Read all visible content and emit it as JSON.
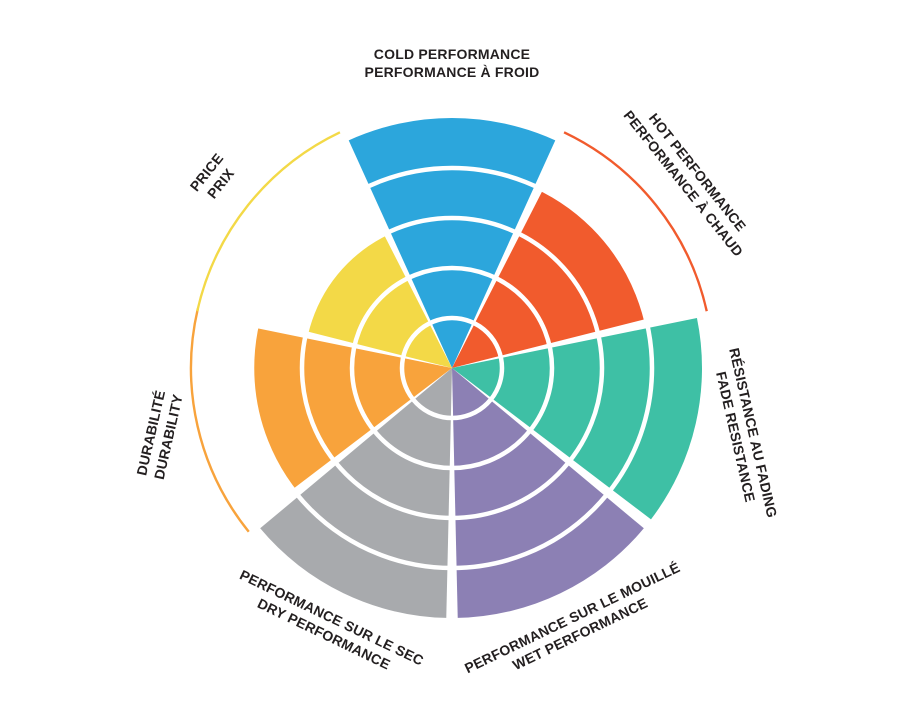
{
  "page": {
    "background": "#ffffff"
  },
  "chart_data": {
    "type": "pie",
    "subtype": "polar-area-rating-wheel",
    "description": "Seven-sector bilingual (English/French) product rating wheel; each colored sector is filled from the center outward to its score out of 5 concentric rings. Sectors below maximum show a thin colored arc marking the 5/5 outer ring.",
    "rating_scale": {
      "min": 0,
      "max": 5,
      "ring_divisions": [
        1,
        2,
        3,
        4
      ]
    },
    "start_sector_angle_deg": 90,
    "direction": "clockwise",
    "text_color": "#231f20",
    "grid_color": "#ffffff",
    "legend_position": "none",
    "sectors": [
      {
        "id": "cold-performance",
        "labels": [
          "COLD PERFORMANCE",
          "PERFORMANCE À FROID"
        ],
        "value": 5,
        "color": "#2ca6dc"
      },
      {
        "id": "hot-performance",
        "labels": [
          "HOT PERFORMANCE",
          "PERFORMANCE À CHAUD"
        ],
        "value": 4,
        "color": "#f15b2d"
      },
      {
        "id": "fade-resistance",
        "labels": [
          "RÉSISTANCE AU FADING",
          "FADE RESISTANCE"
        ],
        "value": 5,
        "color": "#3ec0a5"
      },
      {
        "id": "wet-performance",
        "labels": [
          "PERFORMANCE SUR LE MOUILLÉ",
          "WET PERFORMANCE"
        ],
        "value": 5,
        "color": "#8c80b4"
      },
      {
        "id": "dry-performance",
        "labels": [
          "PERFORMANCE SUR LE SEC",
          "DRY PERFORMANCE"
        ],
        "value": 5,
        "color": "#a8aaad"
      },
      {
        "id": "durability",
        "labels": [
          "DURABILITÉ",
          "DURABILITY"
        ],
        "value": 4,
        "color": "#f8a33c"
      },
      {
        "id": "price",
        "labels": [
          "PRICE",
          "PRIX"
        ],
        "value": 3,
        "color": "#f3d947"
      }
    ]
  }
}
